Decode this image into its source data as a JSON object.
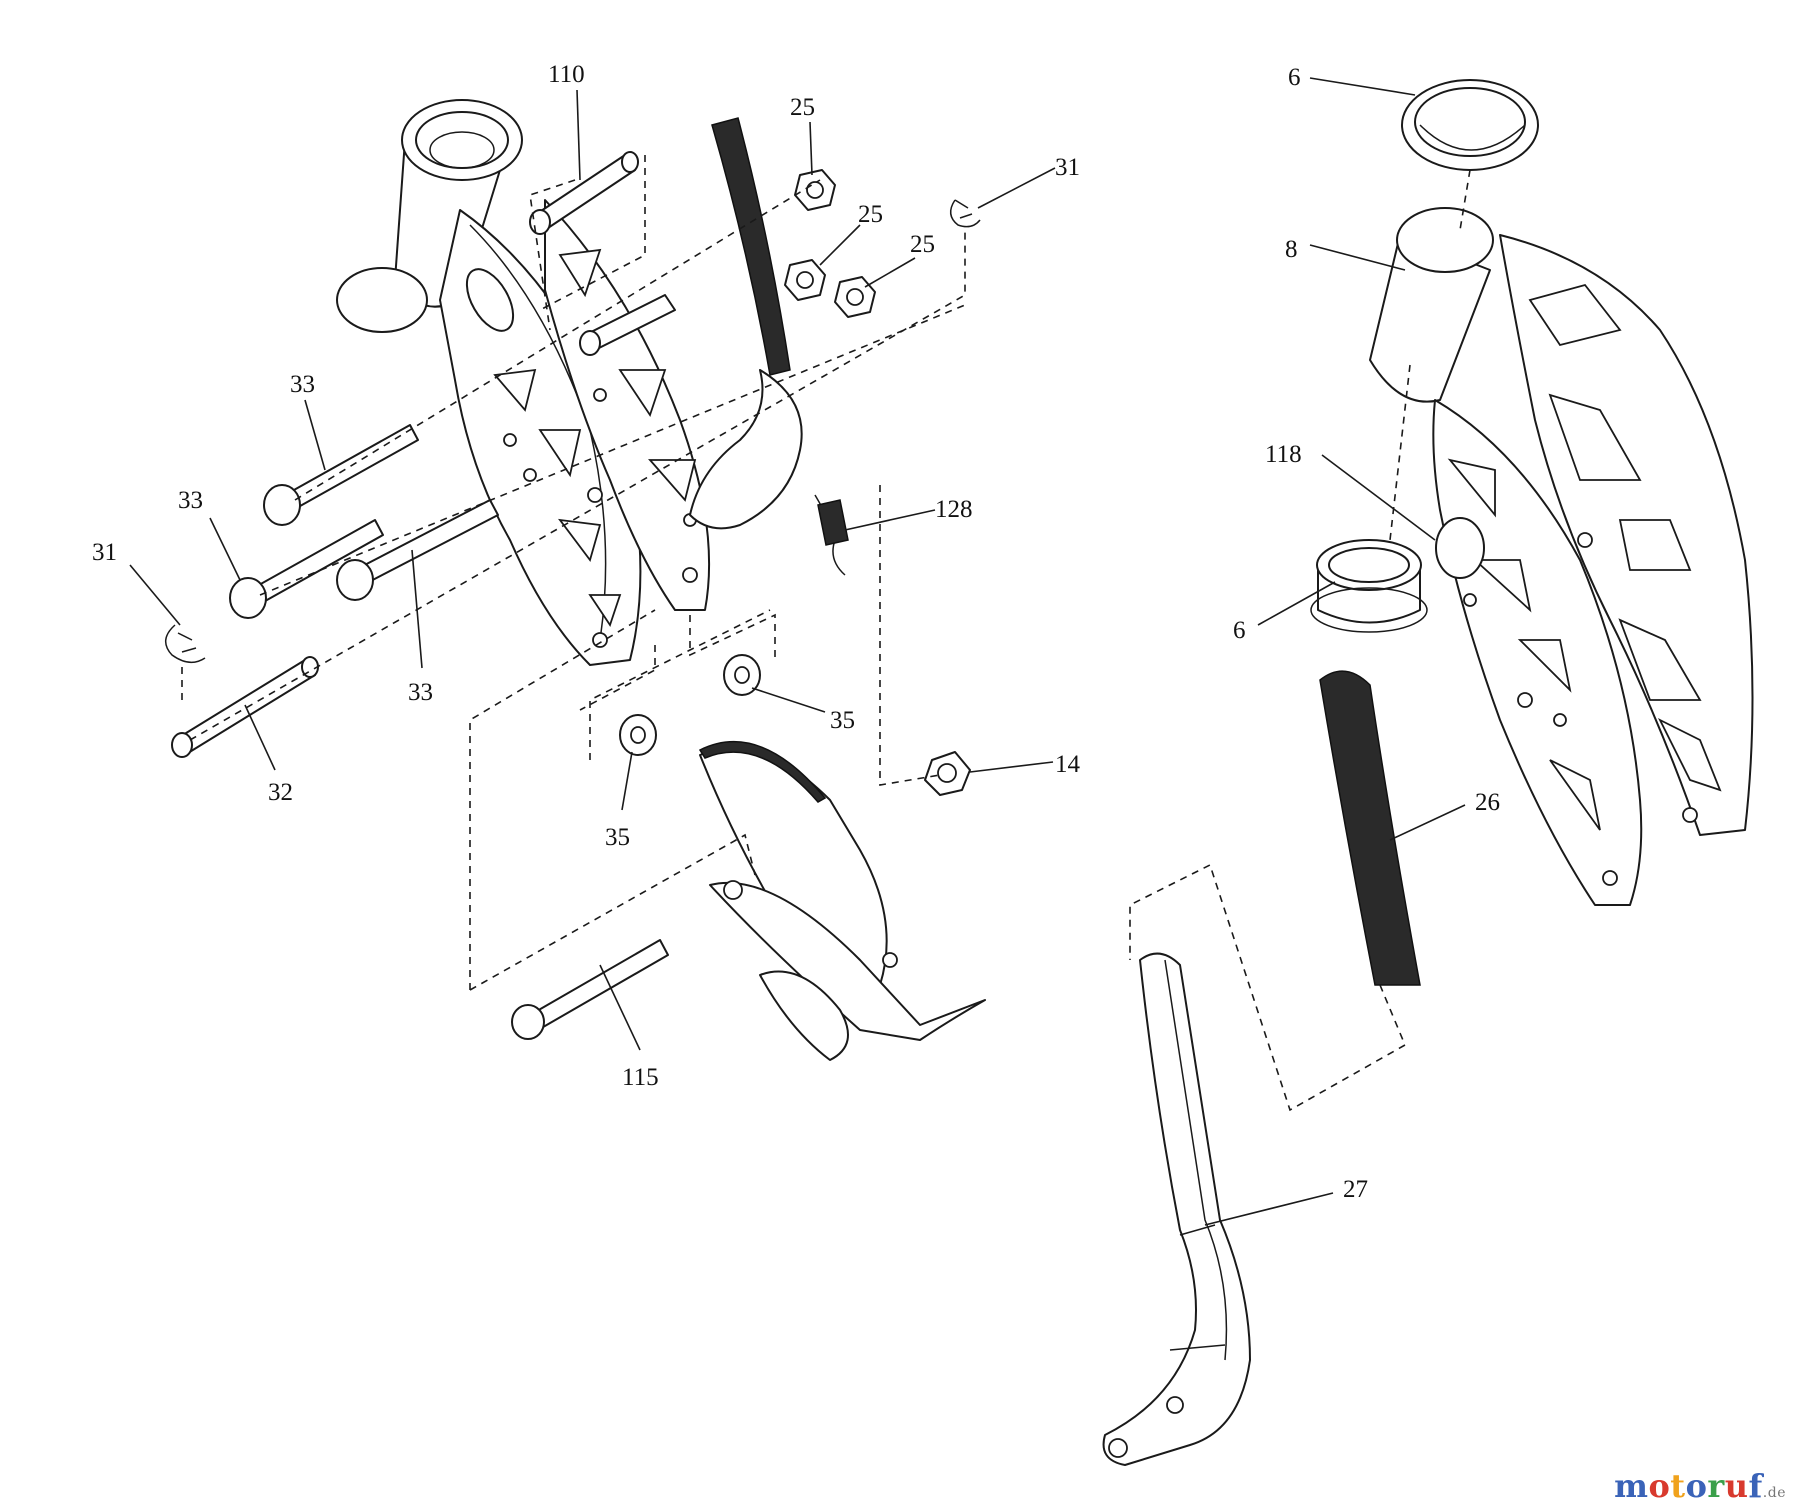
{
  "colors": {
    "line": "#1a1a1a",
    "grip": "#2a2a2a",
    "background": "#ffffff"
  },
  "callouts": {
    "c110": "110",
    "c25a": "25",
    "c25b": "25",
    "c25c": "25",
    "c31a": "31",
    "c31b": "31",
    "c33a": "33",
    "c33b": "33",
    "c33c": "33",
    "c32": "32",
    "c128": "128",
    "c35a": "35",
    "c35b": "35",
    "c14": "14",
    "c115": "115",
    "c6a": "6",
    "c6b": "6",
    "c8": "8",
    "c118": "118",
    "c26": "26",
    "c27": "27"
  },
  "watermark": {
    "letters": [
      "m",
      "o",
      "t",
      "o",
      "r",
      "u",
      "f"
    ],
    "letter_colors": [
      "#3a63b8",
      "#d83a2e",
      "#f0a21c",
      "#3a63b8",
      "#3aa04a",
      "#d83a2e",
      "#3a63b8"
    ],
    "suffix": ".de"
  }
}
